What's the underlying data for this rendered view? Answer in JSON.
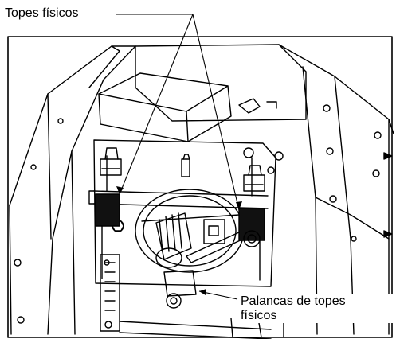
{
  "labels": {
    "topes_fisicos": "Topes físicos",
    "palancas_line1": "Palancas de topes",
    "palancas_line2": "físicos"
  },
  "colors": {
    "line": "#000000",
    "stop_fill": "#111111",
    "background": "#ffffff"
  }
}
